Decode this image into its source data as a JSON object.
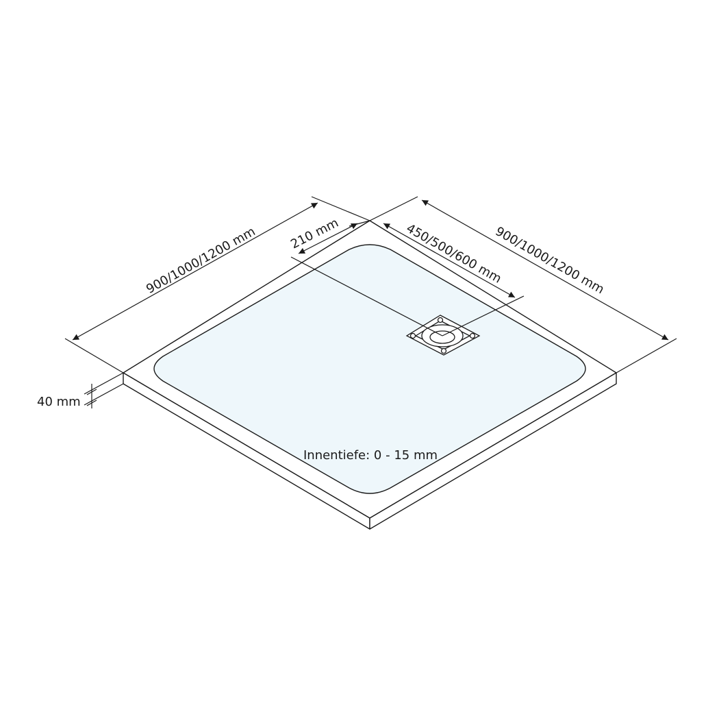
{
  "labels": {
    "width_left": "900/1000/1200 mm",
    "width_right": "900/1000/1200 mm",
    "drain_offset": "210 mm",
    "drain_position": "450/500/600 mm",
    "height": "40 mm",
    "inner_depth": "Innentiefe: 0 - 15 mm"
  },
  "colors": {
    "stroke": "#1a1a1a",
    "surface": "#eef7fb",
    "tray_face": "#ffffff"
  }
}
